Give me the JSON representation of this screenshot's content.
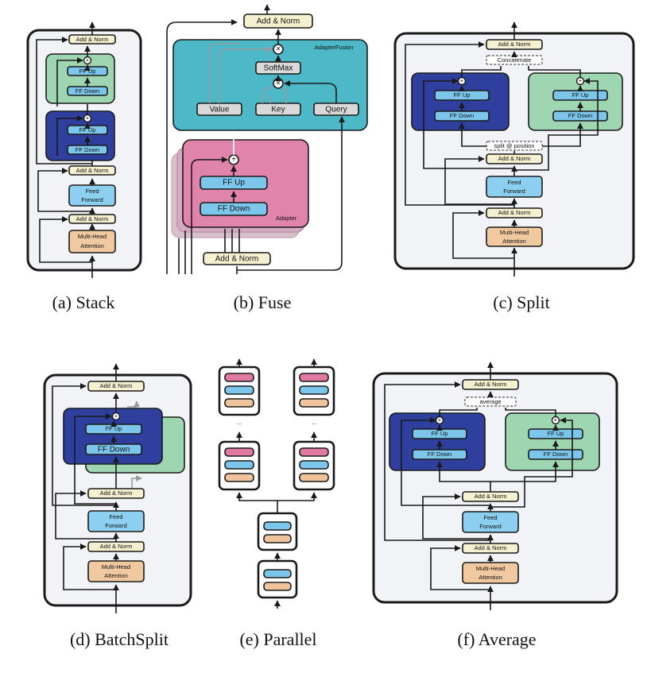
{
  "labels": {
    "add_norm": "Add & Norm",
    "ff_up": "FF Up",
    "ff_down": "FF Down",
    "feed": "Feed",
    "forward": "Forward",
    "multi_head": "Multi-Head",
    "attention": "Attention",
    "adapter_fusion": "AdapterFusion",
    "softmax": "SoftMax",
    "value": "Value",
    "key": "Key",
    "query": "Query",
    "adapter": "Adapter",
    "concatenate": "Concatenate",
    "split_position": "split @ position",
    "average": "average",
    "dots": "..."
  },
  "captions": {
    "stack": "(a) Stack",
    "fuse": "(b) Fuse",
    "split": "(c) Split",
    "batchsplit": "(d) BatchSplit",
    "parallel": "(e) Parallel",
    "average": "(f) Average"
  },
  "colors": {
    "add_norm": "#f5f0d0",
    "ff_box": "#7cc6ec",
    "feed_forward": "#8ccff0",
    "attention": "#f0c9a0",
    "adapter_green": "#9fd6b2",
    "adapter_blue": "#2f3f9e",
    "fusion_teal": "#4db8c8",
    "adapter_pink": "#e084ab",
    "gray_box": "#d9d9d9",
    "panel": "#f2f3f6",
    "parallel_pink": "#e07aa3",
    "parallel_blue": "#7cc6ec",
    "parallel_tan": "#efc49c"
  }
}
